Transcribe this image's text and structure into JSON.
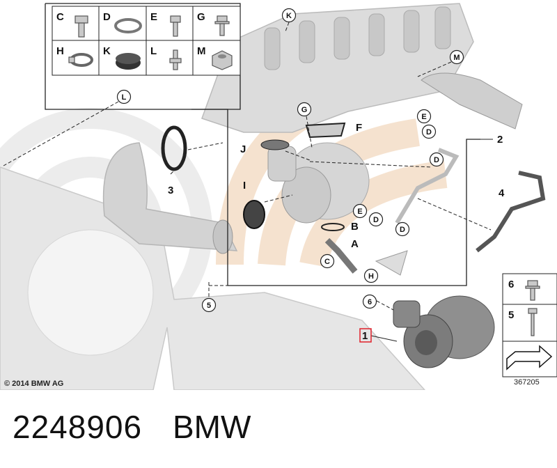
{
  "copyright": "© 2014 BMW AG",
  "diagram_number": "367205",
  "part_number": "2248906",
  "brand": "BMW",
  "colors": {
    "watermark": "#f3dcc4",
    "part_grey": "#cfcfcf",
    "line": "#222222",
    "highlight": "#e0202a"
  },
  "legend_top": [
    {
      "letter": "C",
      "icon": "bolt-icon"
    },
    {
      "letter": "D",
      "icon": "washer-icon"
    },
    {
      "letter": "E",
      "icon": "banjo-bolt-icon"
    },
    {
      "letter": "G",
      "icon": "flange-bolt-icon"
    },
    {
      "letter": "H",
      "icon": "hose-clamp-icon"
    },
    {
      "letter": "K",
      "icon": "grommet-icon"
    },
    {
      "letter": "L",
      "icon": "stud-bolt-icon"
    },
    {
      "letter": "M",
      "icon": "hex-nut-icon"
    }
  ],
  "legend_side": [
    {
      "number": "6",
      "icon": "flange-bolt-icon"
    },
    {
      "number": "5",
      "icon": "long-bolt-icon"
    }
  ],
  "labels": {
    "K": "K",
    "M": "M",
    "L": "L",
    "G": "G",
    "F": "F",
    "J": "J",
    "E1": "E",
    "D1": "D",
    "D2": "D",
    "E2": "E",
    "D3": "D",
    "D4": "D",
    "C": "C",
    "H": "H",
    "I": "I",
    "B": "B",
    "A": "A",
    "n1": "1",
    "n2": "2",
    "n3": "3",
    "n4": "4",
    "n5": "5",
    "n6": "6"
  }
}
